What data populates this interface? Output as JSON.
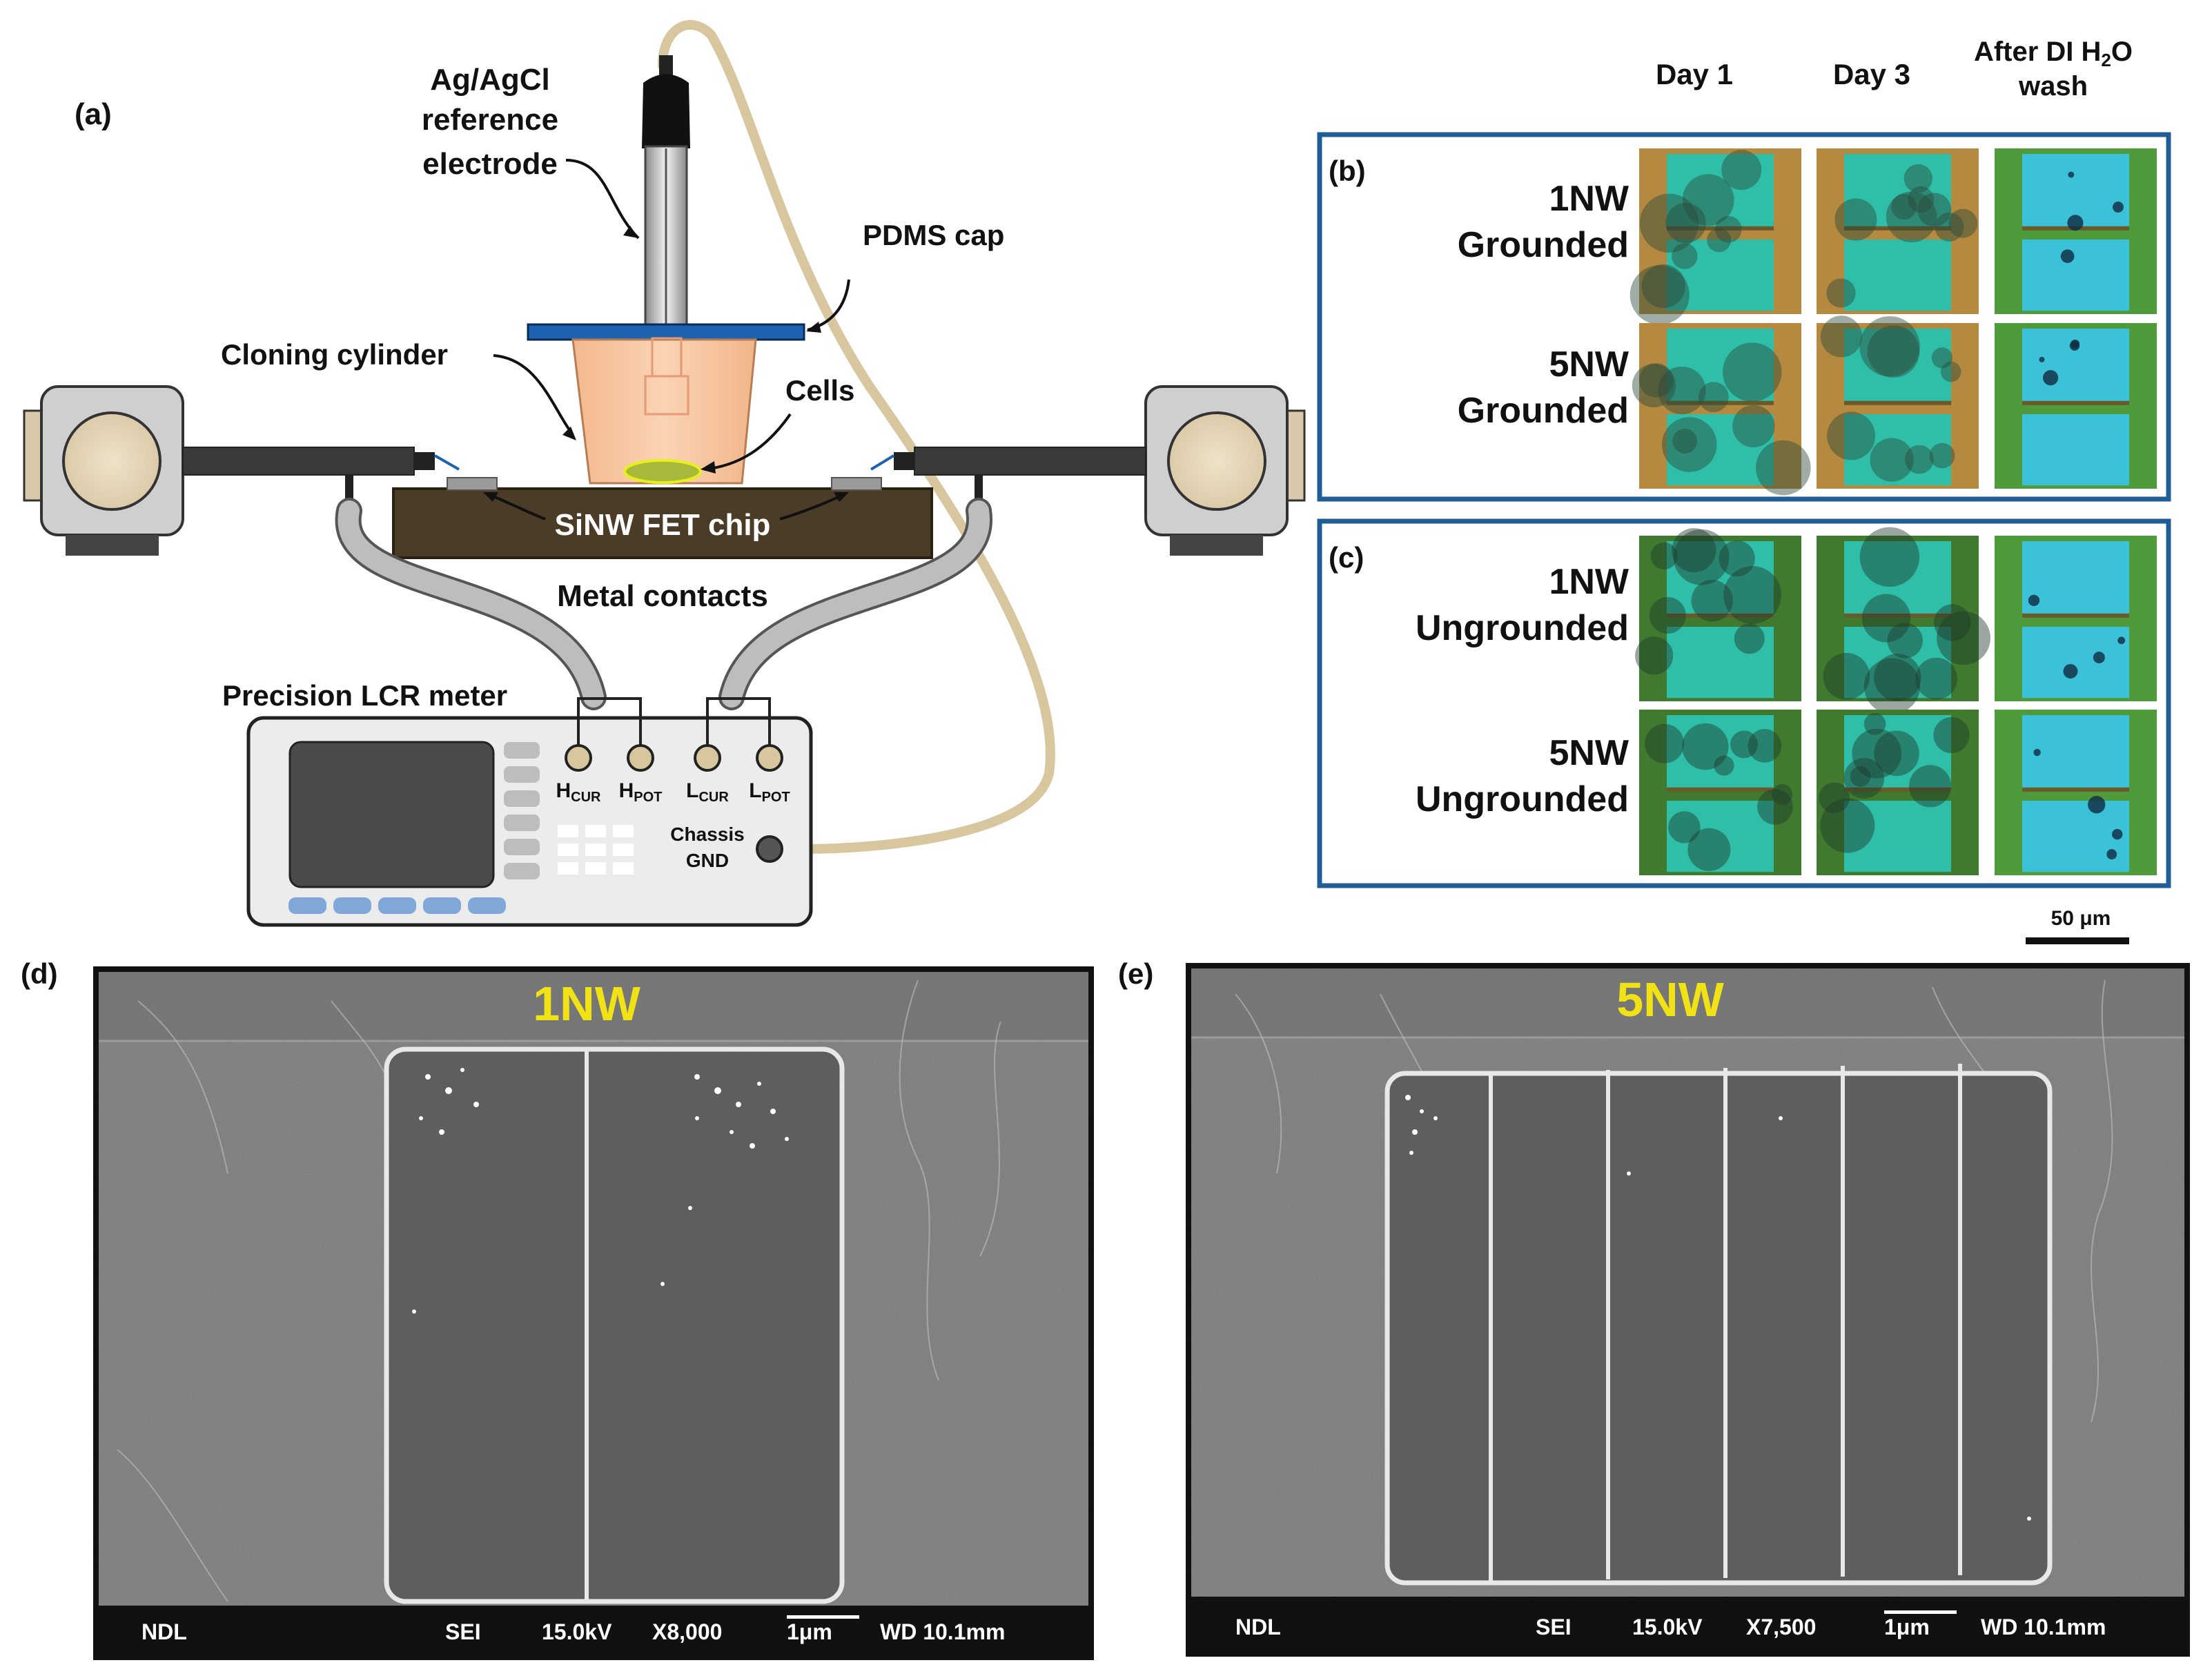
{
  "panel_a": {
    "label": "(a)",
    "reference_electrode": [
      "Ag/AgCl",
      "reference",
      "electrode"
    ],
    "pdms_cap": "PDMS cap",
    "cloning_cylinder": "Cloning cylinder",
    "cells": "Cells",
    "chip": "SiNW FET chip",
    "metal_contacts": "Metal contacts",
    "lcr_meter": "Precision LCR meter",
    "terminals": [
      {
        "main": "H",
        "sub": "CUR"
      },
      {
        "main": "H",
        "sub": "POT"
      },
      {
        "main": "L",
        "sub": "CUR"
      },
      {
        "main": "L",
        "sub": "POT"
      }
    ],
    "chassis": [
      "Chassis",
      "GND"
    ]
  },
  "panel_bc": {
    "columns": {
      "day1": "Day 1",
      "day3": "Day 3",
      "wash_pre": "After DI H",
      "wash_sub": "2",
      "wash_post": "O",
      "wash_line2": "wash"
    },
    "b_label": "(b)",
    "c_label": "(c)",
    "rows": [
      {
        "line1": "1NW",
        "line2": "Grounded"
      },
      {
        "line1": "5NW",
        "line2": "Grounded"
      },
      {
        "line1": "1NW",
        "line2": "Ungrounded"
      },
      {
        "line1": "5NW",
        "line2": "Ungrounded"
      }
    ],
    "scale_bar": "50 μm"
  },
  "panel_d": {
    "label": "(d)",
    "title": "1NW",
    "footer": {
      "ndl": "NDL",
      "sei": "SEI",
      "kv": "15.0kV",
      "mag": "X8,000",
      "scale": "1μm",
      "wd": "WD 10.1mm"
    }
  },
  "panel_e": {
    "label": "(e)",
    "title": "5NW",
    "footer": {
      "ndl": "NDL",
      "sei": "SEI",
      "kv": "15.0kV",
      "mag": "X7,500",
      "scale": "1μm",
      "wd": "WD 10.1mm"
    }
  },
  "colors": {
    "panel_border": "#1f5d96",
    "chip": "#4a3c26",
    "tube": "#d8c79e",
    "cylinder": "#f7c7a3",
    "cells": "#a8b83a",
    "sem_bg": "#7a7a7a",
    "sem_title": "#f0e215"
  }
}
